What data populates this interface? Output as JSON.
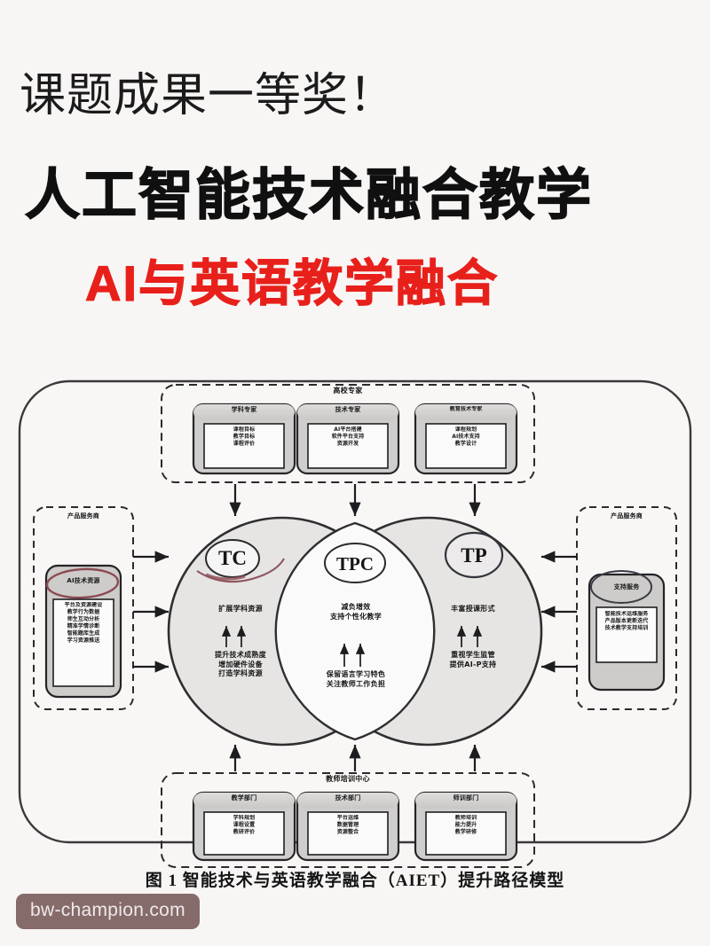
{
  "poster": {
    "kicker": "课题成果一等奖！",
    "headline": "人工智能技术融合教学",
    "subhead": "AI与英语教学融合",
    "accent_red": "#e8201b",
    "ink": "#101010",
    "background": "#f8f6f5"
  },
  "figure": {
    "caption": "图 1  智能技术与英语教学融合（AIET）提升路径模型",
    "top_group": {
      "title": "高校专家",
      "boxes": [
        {
          "header": "学科专家",
          "lines": [
            "课程目标",
            "教学目标",
            "课程评价"
          ]
        },
        {
          "header": "技术专家",
          "lines": [
            "AI平台搭建",
            "软件平台支持",
            "资源开发"
          ]
        },
        {
          "header": "教育技术专家",
          "lines": [
            "课程规划",
            "AI技术支持",
            "教学设计"
          ]
        }
      ]
    },
    "left_group": {
      "title": "产品服务商",
      "card_header": "AI技术资源",
      "card_lines": [
        "平台及资源建设",
        "教学行为数据",
        "师生互动分析",
        "精准学情诊断",
        "智能题库生成",
        "学习资源推送"
      ]
    },
    "right_group": {
      "title": "产品服务商",
      "card_header": "支持服务",
      "card_lines": [
        "智能技术运维服务",
        "产品版本更新迭代",
        "技术教学支持培训"
      ]
    },
    "bottom_group": {
      "title": "教师培训中心",
      "boxes": [
        {
          "header": "教学部门",
          "lines": [
            "学科规划",
            "课程设置",
            "教研评价"
          ]
        },
        {
          "header": "技术部门",
          "lines": [
            "平台运维",
            "数据管理",
            "资源整合"
          ]
        },
        {
          "header": "师训部门",
          "lines": [
            "教师培训",
            "能力提升",
            "教学研修"
          ]
        }
      ]
    },
    "venn": {
      "left": {
        "label": "TC",
        "top_line": "扩展学科资源",
        "lines": [
          "提升技术成熟度",
          "增加硬件设备",
          "打造学科资源"
        ]
      },
      "center": {
        "label": "TPC",
        "top_lines": [
          "减负增效",
          "支持个性化教学"
        ],
        "lines": [
          "保留语言学习特色",
          "关注教师工作负担"
        ]
      },
      "right": {
        "label": "TP",
        "top_line": "丰富授课形式",
        "lines": [
          "重视学生监管",
          "提供AI-P支持"
        ]
      },
      "circle_fill": "#e6e5e4",
      "circle_stroke": "#2f2f31",
      "annotation_color": "#8c4a52"
    }
  },
  "watermark": {
    "text": "bw-champion.com",
    "background": "#866b6b",
    "color": "#efe9e9"
  }
}
